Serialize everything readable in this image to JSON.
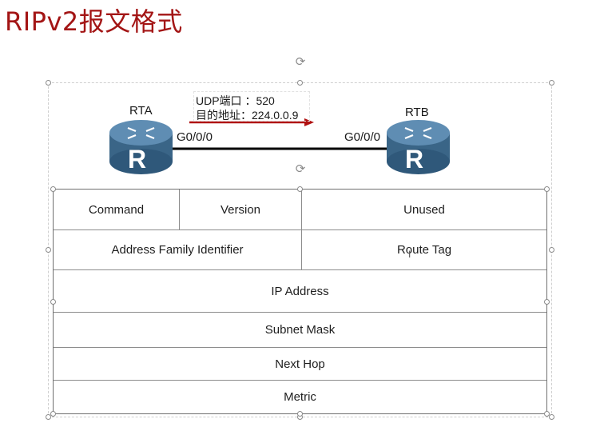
{
  "slide": {
    "title": "RIPv2报文格式"
  },
  "topology": {
    "router_a": {
      "name": "RTA",
      "interface": "G0/0/0"
    },
    "router_b": {
      "name": "RTB",
      "interface": "G0/0/0"
    },
    "router_glyph": "R",
    "udp_line": "UDP端口 ：520",
    "dest_line": "目的地址：224.0.0.9",
    "arrow_color": "#b01010",
    "link_color": "#000000",
    "router_color": "#3f6b8f"
  },
  "packet": {
    "row1": {
      "command": "Command",
      "version": "Version",
      "unused": "Unused"
    },
    "row2": {
      "afi": "Address Family Identifier",
      "route_tag": "Route Tag"
    },
    "row3": "IP Address",
    "row4": "Subnet Mask",
    "row5": "Next Hop",
    "row6": "Metric"
  }
}
